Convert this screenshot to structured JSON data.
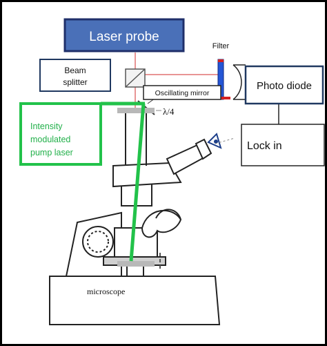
{
  "labels": {
    "laser_probe": "Laser probe",
    "filter": "Filter",
    "beam_splitter_line1": "Beam",
    "beam_splitter_line2": "splitter",
    "oscillating_mirror": "Oscillating mirror",
    "photo_diode": "Photo diode",
    "lambda_quarter": "λ/4",
    "pump_line1": "Intensity",
    "pump_line2": "modulated",
    "pump_line3": "pump laser",
    "lock_in": "Lock in",
    "microscope": "microscope"
  },
  "colors": {
    "probe_box_fill": "#4a70b8",
    "probe_box_border": "#1f2f6a",
    "label_box_border": "#1f3860",
    "pump_green": "#22c24a",
    "filter_blue": "#2456d6",
    "filter_red": "#d42020",
    "beam_red": "#e07070",
    "outline": "#222222",
    "optic_gray": "#b8b8b8"
  }
}
